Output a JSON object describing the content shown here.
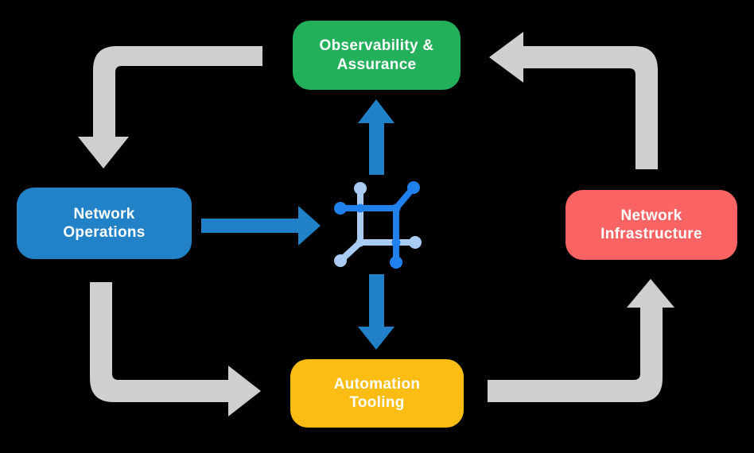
{
  "diagram": {
    "background": "#000000",
    "boxes": {
      "observability": {
        "label": "Observability & Assurance",
        "lines": [
          "Observability &",
          "Assurance"
        ],
        "color": "#22B05B"
      },
      "operations": {
        "label": "Network Operations",
        "lines": [
          "Network",
          "Operations"
        ],
        "color": "#2282C8"
      },
      "infrastructure": {
        "label": "Network Infrastructure",
        "lines": [
          "Network",
          "Infrastructure"
        ],
        "color": "#FA6363"
      },
      "automation": {
        "label": "Automation Tooling",
        "lines": [
          "Automation",
          "Tooling"
        ],
        "color": "#FBBC13"
      }
    },
    "colors": {
      "cycle_arrow": "#CFCFCF",
      "flow_arrow": "#2181C8",
      "icon_primary": "#2080EC",
      "icon_secondary": "#A9CBF4",
      "text": "#FFFFFF"
    },
    "icons": {
      "center": "network-mesh-icon"
    }
  }
}
